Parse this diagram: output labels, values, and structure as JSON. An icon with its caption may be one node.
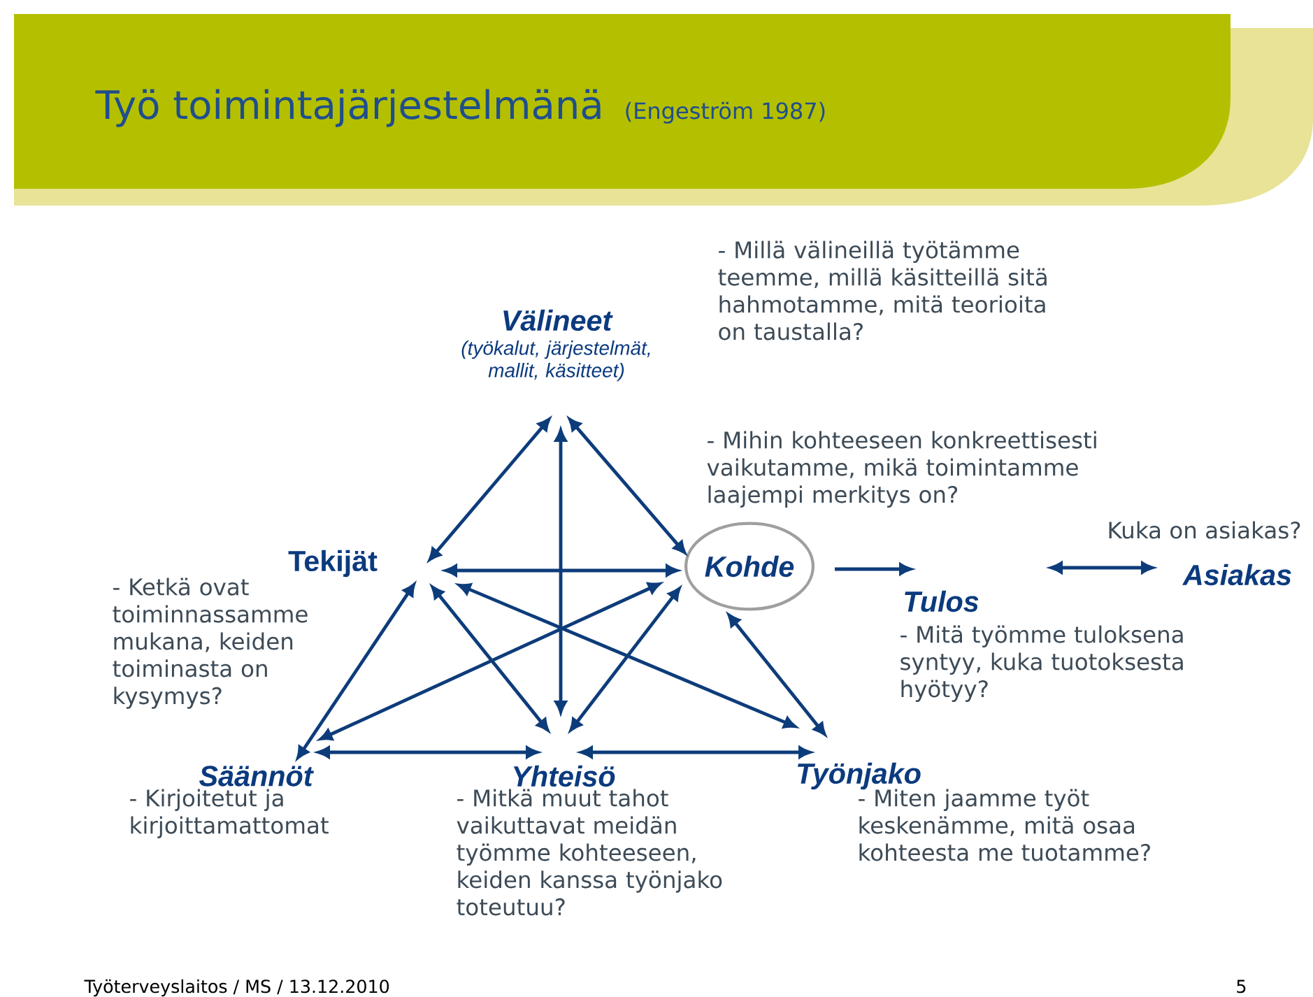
{
  "diagram": {
    "title": "Työ toimintajärjestelmänä",
    "nodes": [
      {
        "text": [
          "Välineet",
          "(työkalut, järjestelmät, mallit, käsitteet)"
        ],
        "beside": [
          "- Millä välineillä työtämme teemme, millä käsitteillä sitä hahmotamme, mitä teorioita on taustalla?"
        ]
      },
      {
        "text": [
          "Tekijät"
        ],
        "beside": [
          "- Ketkä ovat toiminnassamme mukana, keiden toiminasta on kysymys?"
        ]
      },
      {
        "text": [
          "Kohde"
        ],
        "beside": [
          "- Mihin kohteeseen konkreettisesti vaikutamme, mikä toimintamme laajempi merkitys on?"
        ]
      },
      {
        "text": [
          "Tulos"
        ],
        "beside": [
          "- Mitä työmme tuloksena syntyy, kuka tuotoksesta hyötyy?"
        ]
      },
      {
        "text": [
          "Asiakas"
        ],
        "beside": [
          "Kuka on asiakas?"
        ]
      },
      {
        "text": [
          "Säännöt"
        ],
        "beside": [
          "- Kirjoitetut ja kirjoittamattomat"
        ]
      },
      {
        "text": [
          "Yhteisö"
        ],
        "beside": [
          "- Mitkä muut tahot vaikuttavat meidän työmme kohteeseen, keiden kanssa työnjako toteutuu?"
        ]
      },
      {
        "text": [
          "Työnjako"
        ],
        "beside": [
          "- Miten jaamme työt keskenämme, mitä osaa kohteesta me tuotamme?"
        ]
      }
    ],
    "edges": [
      {
        "from": 0,
        "to": 1,
        "arrow": "both"
      },
      {
        "from": 0,
        "to": 2,
        "arrow": "both"
      },
      {
        "from": 0,
        "to": 6,
        "arrow": "both"
      },
      {
        "from": 1,
        "to": 2,
        "arrow": "both"
      },
      {
        "from": 1,
        "to": 5,
        "arrow": "both"
      },
      {
        "from": 1,
        "to": 6,
        "arrow": "both"
      },
      {
        "from": 1,
        "to": 7,
        "arrow": "both"
      },
      {
        "from": 2,
        "to": 5,
        "arrow": "both"
      },
      {
        "from": 2,
        "to": 6,
        "arrow": "both"
      },
      {
        "from": 2,
        "to": 7,
        "arrow": "both"
      },
      {
        "from": 5,
        "to": 6,
        "arrow": "both"
      },
      {
        "from": 6,
        "to": 7,
        "arrow": "both"
      },
      {
        "from": 2,
        "to": 3,
        "arrow": "to"
      },
      {
        "from": 3,
        "to": 4,
        "arrow": "both"
      }
    ],
    "labels": [
      "(Engeström 1987)",
      "Työterveyslaitos / MS / 13.12.2010",
      "5"
    ]
  }
}
